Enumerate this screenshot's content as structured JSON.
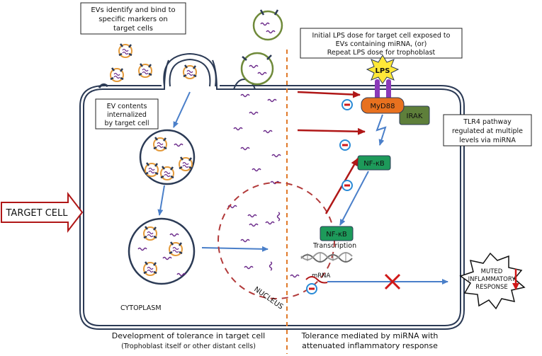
{
  "labels": {
    "evs_bind": [
      "EVs identify and bind to",
      "specific markers on",
      "target cells"
    ],
    "internalized": [
      "EV contents",
      "internalized",
      "by target cell"
    ],
    "lps_dose": [
      "Initial LPS dose for target cell exposed to",
      "EVs containing miRNA, (or)",
      "Repeat LPS dose for trophoblast"
    ],
    "tlr4": [
      "TLR4 pathway",
      "regulated at multiple",
      "levels via miRNA"
    ],
    "target_cell": "TARGET CELL",
    "lps": "LPS",
    "myd88": "MyD88",
    "irak": "IRAK",
    "nfkb_top": "NF-κB",
    "nfkb_bottom": "NF-κB",
    "transcription": "Transcription",
    "mrna": "mRNA",
    "nucleus": "NUCLEUS",
    "cytoplasm": "CYTOPLASM",
    "muted": [
      "MUTED",
      "INFLAMMATORY",
      "RESPONSE"
    ],
    "bottom_left": [
      "Development of tolerance in target cell",
      "(Trophoblast itself or other distant cells)"
    ],
    "bottom_right": [
      "Tolerance mediated by miRNA with",
      "attenuated inflammatory response"
    ]
  },
  "colors": {
    "cell_membrane": "#2b3a55",
    "divider": "#e07a2a",
    "blue_arrow": "#4a7fc9",
    "red_arrow": "#b01717",
    "nucleus": "#b23a3a",
    "ev_green": "#6f8a3a",
    "ev_orange": "#e49a3a",
    "lps_star": "#ffe838",
    "myd88": "#e8711f",
    "irak": "#5e7f3a",
    "nfkb": "#1d9a5a",
    "mirna": "#6b2a8a",
    "minus_circle": "#2a8ad6",
    "minus_sign": "#d01818"
  }
}
